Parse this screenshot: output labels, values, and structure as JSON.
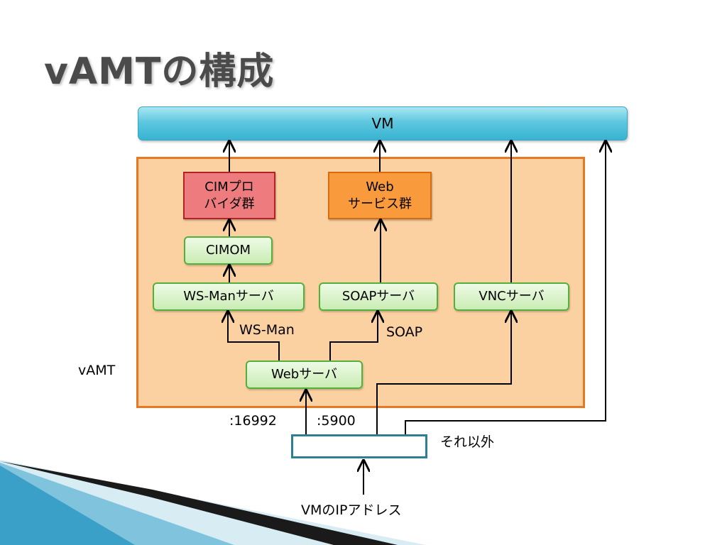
{
  "slide": {
    "title": "vAMTの構成"
  },
  "diagram": {
    "vm": "VM",
    "vamt_label": "vAMT",
    "cim_providers": [
      "CIMプロ",
      "バイダ群"
    ],
    "web_services": [
      "Web",
      "サービス群"
    ],
    "cimom": "CIMOM",
    "wsman_server": "WS-Manサーバ",
    "soap_server": "SOAPサーバ",
    "vnc_server": "VNCサーバ",
    "web_server": "Webサーバ",
    "wsman_protocol": "WS-Man",
    "soap_protocol": "SOAP",
    "port_16992": ":16992",
    "port_5900": ":5900",
    "other_label": "それ以外",
    "ip_label": "VMのIPアドレス"
  },
  "colors": {
    "vm_bar": "#38b3d2",
    "vamt_fill": "#fcd1a1",
    "vamt_border": "#e87722",
    "server_fill": "#c9ecb4",
    "server_border": "#53b03a",
    "cim_fill": "#ee7b7e",
    "web_fill": "#f99b3c",
    "ip_box_border": "#2d7f94"
  }
}
